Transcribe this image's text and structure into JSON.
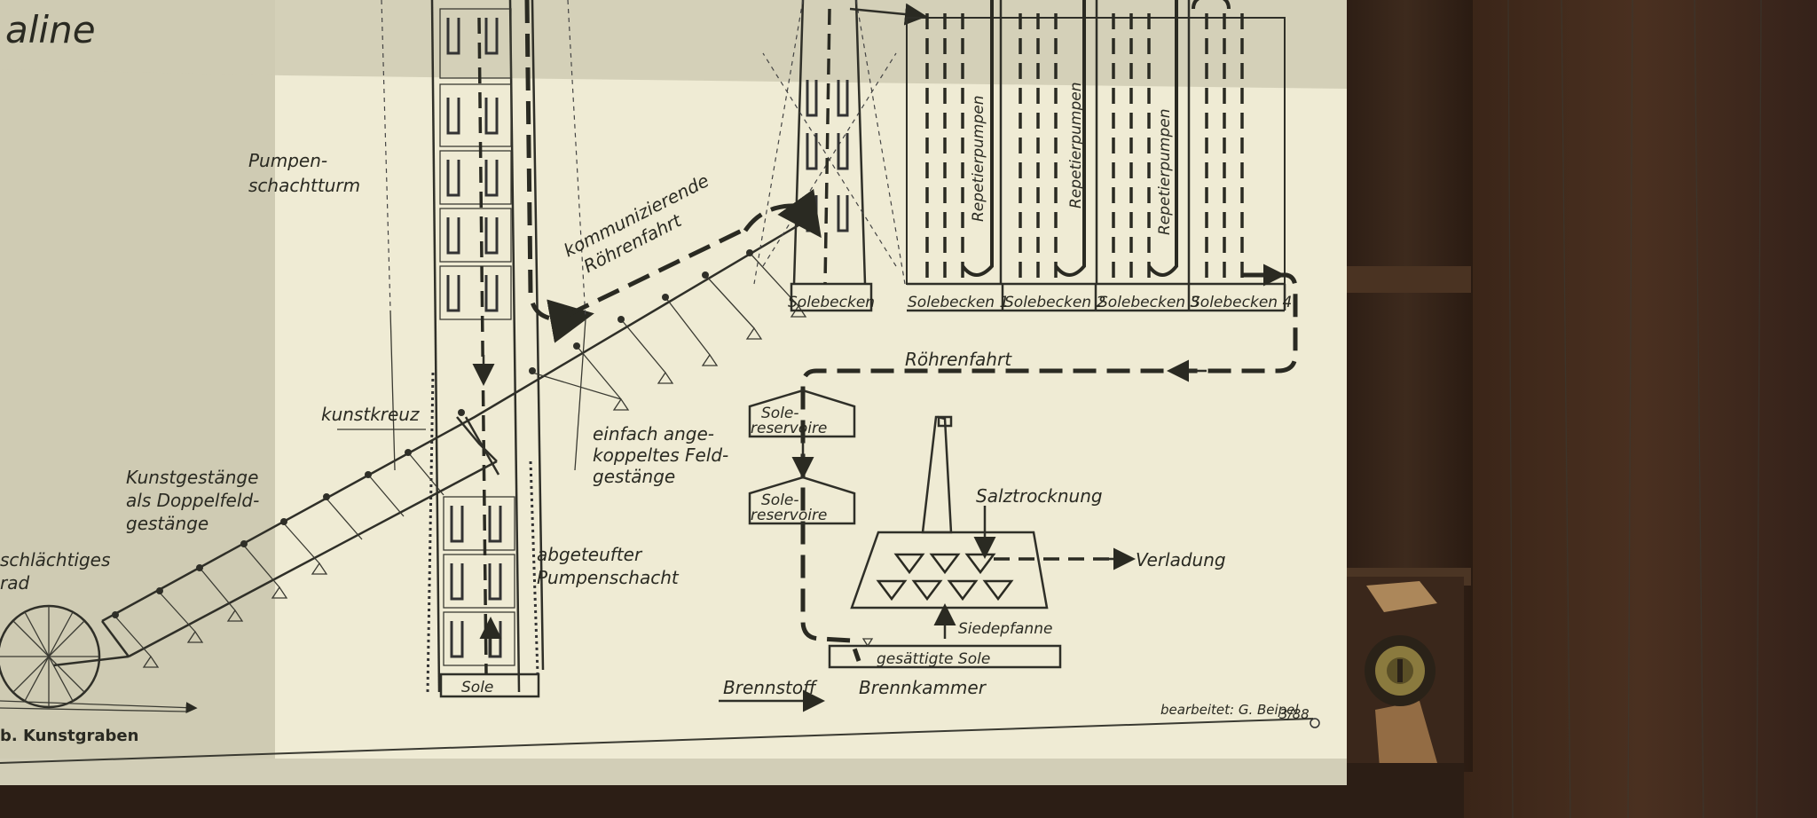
{
  "board": {
    "title_fragment": "aline",
    "credit": "bearbeitet: G. Beipel",
    "credit_date": "3/88"
  },
  "labels": {
    "pump_tower": [
      "Pumpen-",
      "schachtturm"
    ],
    "communicating_pipe": [
      "kommunizierende",
      "Röhrenfahrt"
    ],
    "kunstkreuz": "kunstkreuz",
    "rod_system": [
      "Kunstgestänge",
      "als Doppelfeld-",
      "gestänge"
    ],
    "wheel": [
      "schlächtiges",
      "rad"
    ],
    "channel": "b. Kunstgraben",
    "simple_rods": [
      "einfach ange-",
      "koppeltes Feld-",
      "gestänge"
    ],
    "pump_shaft": [
      "abgeteufter",
      "Pumpenschacht"
    ],
    "sole_bottom": "Sole",
    "solebecken": "Solebecken",
    "basins": [
      "Solebecken 1",
      "Solebecken 2",
      "Solebecken 3",
      "Solebecken 4"
    ],
    "repetierpumpen": "Repetierpumpen",
    "roehrenfahrt": "Röhrenfahrt",
    "reservoir": [
      "Sole-",
      "reservoire"
    ],
    "salt_drying": "Salztrocknung",
    "loading": "Verladung",
    "boiling_pan": "Siedepfanne",
    "saturated_brine": "gesättigte Sole",
    "fuel": "Brennstoff",
    "combustion": "Brennkammer"
  }
}
